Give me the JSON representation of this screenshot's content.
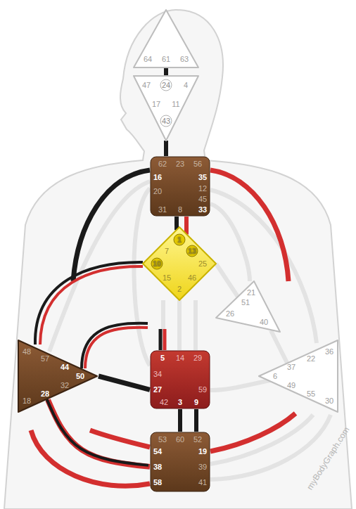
{
  "diagram": {
    "nodes": [
      {
        "text": [
          "64",
          "61",
          "63"
        ]
      },
      {
        "text": [
          "47",
          "24",
          "4",
          "17",
          "11",
          "43"
        ]
      },
      {
        "text": [
          "62",
          "23",
          "56",
          "16",
          "35",
          "20",
          "12",
          "45",
          "31",
          "8",
          "33"
        ]
      },
      {
        "text": [
          "1",
          "13",
          "7",
          "10",
          "25",
          "15",
          "46",
          "2"
        ]
      },
      {
        "text": [
          "21",
          "51",
          "26",
          "40"
        ]
      },
      {
        "text": [
          "48",
          "57",
          "44",
          "50",
          "32",
          "28",
          "18"
        ]
      },
      {
        "text": [
          "5",
          "14",
          "29",
          "34",
          "27",
          "59",
          "42",
          "3",
          "9"
        ]
      },
      {
        "text": [
          "36",
          "22",
          "37",
          "6",
          "49",
          "55",
          "30"
        ]
      },
      {
        "text": [
          "53",
          "60",
          "52",
          "54",
          "19",
          "38",
          "39",
          "58",
          "41"
        ]
      }
    ],
    "edges": [
      {
        "from": 2,
        "to": 3,
        "arrow": "none"
      },
      {
        "from": 2,
        "to": 3,
        "arrow": "none"
      },
      {
        "from": 5,
        "to": 6,
        "arrow": "none"
      },
      {
        "from": 5,
        "to": 8,
        "arrow": "none"
      }
    ],
    "labels": [
      "myBodyGraph.com"
    ]
  }
}
